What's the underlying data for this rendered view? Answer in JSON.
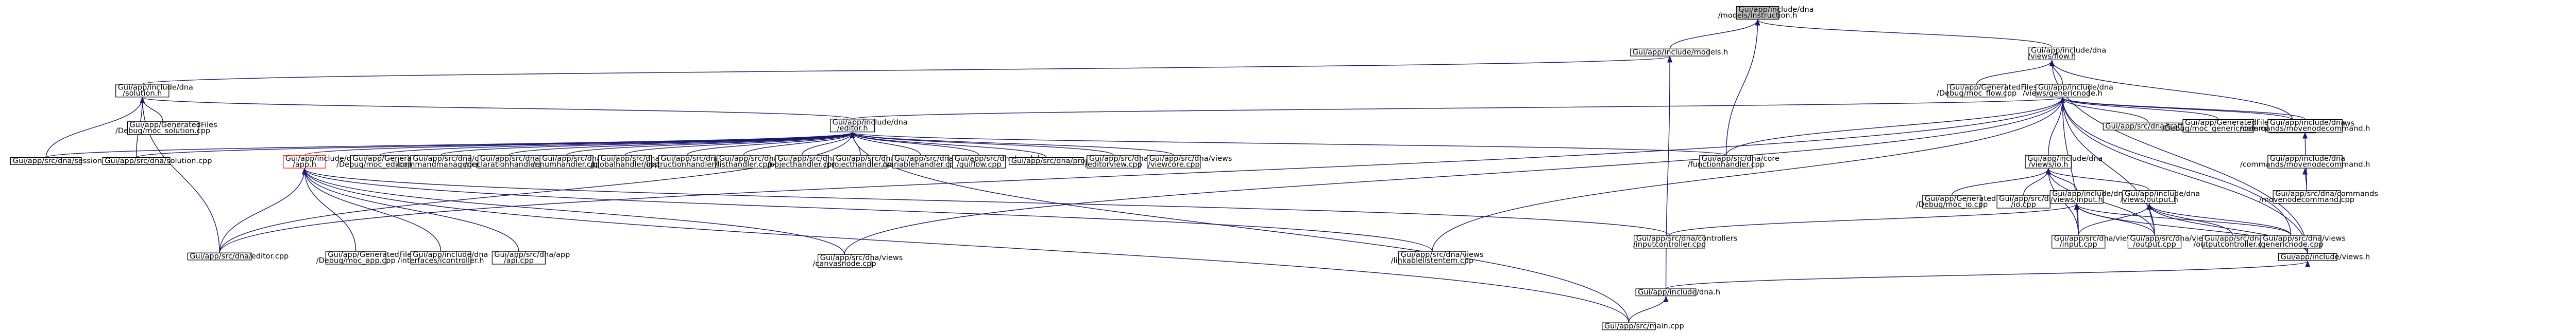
{
  "colors": {
    "edge": "#191970",
    "root_fill": "#bfbfbf",
    "node_fill": "#ffffff",
    "node_border": "#000000",
    "highlight_border": "#ff0000"
  },
  "nodes": [
    {
      "id": "n1",
      "lines": [
        "Gui/app/include/dna",
        "/models/instruction.h"
      ],
      "kind": "root"
    },
    {
      "id": "n2",
      "lines": [
        "Gui/app/include/models.h"
      ]
    },
    {
      "id": "n3",
      "lines": [
        "Gui/app/include/dna",
        "/views/flow.h"
      ]
    },
    {
      "id": "n4",
      "lines": [
        "Gui/app/include/dna",
        "/solution.h"
      ]
    },
    {
      "id": "n5",
      "lines": [
        "Gui/app/GeneratedFiles",
        "/Debug/moc_flow.cpp"
      ]
    },
    {
      "id": "n6",
      "lines": [
        "Gui/app/include/dna",
        "/views/genericnode.h"
      ]
    },
    {
      "id": "n7",
      "lines": [
        "Gui/app/src/dna/views",
        "/flow.cpp"
      ]
    },
    {
      "id": "n8",
      "lines": [
        "Gui/app/GeneratedFiles",
        "/Debug/moc_solution.cpp"
      ]
    },
    {
      "id": "n9",
      "lines": [
        "Gui/app/include/dna",
        "/editor.h"
      ]
    },
    {
      "id": "n10",
      "lines": [
        "Gui/app/src/dna/trafficcommander.cpp"
      ]
    },
    {
      "id": "n11",
      "lines": [
        "Gui/app/GeneratedFiles",
        "/Debug/moc_genericnode.cpp"
      ]
    },
    {
      "id": "n12",
      "lines": [
        "Gui/app/include/dna",
        "/commands/movenodecommand.h"
      ]
    },
    {
      "id": "n13",
      "lines": [
        "Gui/app/src/dna/session.cpp"
      ]
    },
    {
      "id": "n14",
      "lines": [
        "Gui/app/src/dna/solution.cpp"
      ]
    },
    {
      "id": "n15",
      "lines": [
        "Gui/app/include/dna",
        "/app.h"
      ],
      "kind": "red"
    },
    {
      "id": "n16",
      "lines": [
        "Gui/app/GeneratedFiles",
        "/Debug/moc_editor.cpp"
      ]
    },
    {
      "id": "n17",
      "lines": [
        "Gui/app/src/dna/commands",
        "/commandmanager.cpp"
      ]
    },
    {
      "id": "n18",
      "lines": [
        "Gui/app/src/dna/core",
        "/declarationhandler.cpp"
      ]
    },
    {
      "id": "n19",
      "lines": [
        "Gui/app/src/dna/core",
        "/enumhandler.cpp"
      ]
    },
    {
      "id": "n20",
      "lines": [
        "Gui/app/src/dna/core",
        "/globalhandler.cpp"
      ]
    },
    {
      "id": "n21",
      "lines": [
        "Gui/app/src/dna/core",
        "/instructionhandler.cpp"
      ]
    },
    {
      "id": "n22",
      "lines": [
        "Gui/app/src/dna/core",
        "/listhandler.cpp"
      ]
    },
    {
      "id": "n23",
      "lines": [
        "Gui/app/src/dna/core",
        "/objecthandler.cpp"
      ]
    },
    {
      "id": "n24",
      "lines": [
        "Gui/app/src/dna/core",
        "/projecthandler.cpp"
      ]
    },
    {
      "id": "n25",
      "lines": [
        "Gui/app/src/dna/core",
        "/variablehandler.cpp"
      ]
    },
    {
      "id": "n26",
      "lines": [
        "Gui/app/src/dna/models",
        "/guiflow.cpp"
      ]
    },
    {
      "id": "n27",
      "lines": [
        "Gui/app/src/dna/project.cpp"
      ]
    },
    {
      "id": "n28",
      "lines": [
        "Gui/app/src/dna/views",
        "/editorview.cpp"
      ]
    },
    {
      "id": "n29",
      "lines": [
        "Gui/app/src/dna/views",
        "/viewcore.cpp"
      ]
    },
    {
      "id": "n30",
      "lines": [
        "Gui/app/src/dna/core",
        "/functionhandler.cpp"
      ]
    },
    {
      "id": "n31",
      "lines": [
        "Gui/app/include/dna",
        "/views/io.h"
      ]
    },
    {
      "id": "n32",
      "lines": [
        "Gui/app/include/dna",
        "/commands/movenodecommand.h"
      ]
    },
    {
      "id": "n33",
      "lines": [
        "Gui/app/GeneratedFiles",
        "/Debug/moc_io.cpp"
      ]
    },
    {
      "id": "n34",
      "lines": [
        "Gui/app/src/dna/views",
        "/io.cpp"
      ]
    },
    {
      "id": "n35",
      "lines": [
        "Gui/app/include/dna",
        "/views/input.h"
      ]
    },
    {
      "id": "n36",
      "lines": [
        "Gui/app/include/dna",
        "/views/output.h"
      ]
    },
    {
      "id": "n37",
      "lines": [
        "Gui/app/src/dna/commands",
        "/movenodecommand.cpp"
      ]
    },
    {
      "id": "n38",
      "lines": [
        "Gui/app/src/dna/editor.cpp"
      ]
    },
    {
      "id": "n39",
      "lines": [
        "Gui/app/GeneratedFiles",
        "/Debug/moc_app.cpp"
      ]
    },
    {
      "id": "n40",
      "lines": [
        "Gui/app/include/dna",
        "/interfaces/icontroller.h"
      ]
    },
    {
      "id": "n41",
      "lines": [
        "Gui/app/src/dna/app",
        "/api.cpp"
      ]
    },
    {
      "id": "n42",
      "lines": [
        "Gui/app/src/dna/views",
        "/canvasnode.cpp"
      ]
    },
    {
      "id": "n43",
      "lines": [
        "Gui/app/src/dna/views",
        "/linkablelistentem.cpp"
      ]
    },
    {
      "id": "n44",
      "lines": [
        "Gui/app/src/dna/controllers",
        "/inputcontroller.cpp"
      ]
    },
    {
      "id": "n45",
      "lines": [
        "Gui/app/src/dna/views",
        "/input.cpp"
      ]
    },
    {
      "id": "n46",
      "lines": [
        "Gui/app/src/dna/views",
        "/output.cpp"
      ]
    },
    {
      "id": "n47",
      "lines": [
        "Gui/app/src/dna/controllers",
        "/outputcontroller.cpp"
      ]
    },
    {
      "id": "n48",
      "lines": [
        "Gui/app/src/dna/views",
        "/genericnode.cpp"
      ]
    },
    {
      "id": "n49",
      "lines": [
        "Gui/app/include/views.h"
      ]
    },
    {
      "id": "n50",
      "lines": [
        "Gui/app/include/dna.h"
      ]
    },
    {
      "id": "n51",
      "lines": [
        "Gui/app/src/main.cpp"
      ]
    }
  ],
  "edges": [
    [
      "n2",
      "n1"
    ],
    [
      "n3",
      "n1"
    ],
    [
      "n30",
      "n1"
    ],
    [
      "n4",
      "n2"
    ],
    [
      "n50",
      "n2"
    ],
    [
      "n5",
      "n3"
    ],
    [
      "n6",
      "n3"
    ],
    [
      "n7",
      "n3"
    ],
    [
      "n49",
      "n3"
    ],
    [
      "n8",
      "n4"
    ],
    [
      "n9",
      "n4"
    ],
    [
      "n13",
      "n4"
    ],
    [
      "n14",
      "n4"
    ],
    [
      "n38",
      "n4"
    ],
    [
      "n9",
      "n6"
    ],
    [
      "n7",
      "n6"
    ],
    [
      "n10",
      "n6"
    ],
    [
      "n11",
      "n6"
    ],
    [
      "n12",
      "n6"
    ],
    [
      "n31",
      "n6"
    ],
    [
      "n42",
      "n6"
    ],
    [
      "n43",
      "n6"
    ],
    [
      "n48",
      "n6"
    ],
    [
      "n45",
      "n6"
    ],
    [
      "n46",
      "n6"
    ],
    [
      "n49",
      "n6"
    ],
    [
      "n30",
      "n6"
    ],
    [
      "n38",
      "n6"
    ],
    [
      "n13",
      "n9"
    ],
    [
      "n14",
      "n9"
    ],
    [
      "n15",
      "n9"
    ],
    [
      "n16",
      "n9"
    ],
    [
      "n17",
      "n9"
    ],
    [
      "n18",
      "n9"
    ],
    [
      "n19",
      "n9"
    ],
    [
      "n20",
      "n9"
    ],
    [
      "n21",
      "n9"
    ],
    [
      "n22",
      "n9"
    ],
    [
      "n23",
      "n9"
    ],
    [
      "n24",
      "n9"
    ],
    [
      "n25",
      "n9"
    ],
    [
      "n26",
      "n9"
    ],
    [
      "n27",
      "n9"
    ],
    [
      "n28",
      "n9"
    ],
    [
      "n29",
      "n9"
    ],
    [
      "n30",
      "n9"
    ],
    [
      "n38",
      "n9"
    ],
    [
      "n51",
      "n9"
    ],
    [
      "n38",
      "n15"
    ],
    [
      "n39",
      "n15"
    ],
    [
      "n40",
      "n15"
    ],
    [
      "n41",
      "n15"
    ],
    [
      "n42",
      "n15"
    ],
    [
      "n43",
      "n15"
    ],
    [
      "n44",
      "n15"
    ],
    [
      "n51",
      "n15"
    ],
    [
      "n37",
      "n12"
    ],
    [
      "n37",
      "n32"
    ],
    [
      "n33",
      "n31"
    ],
    [
      "n34",
      "n31"
    ],
    [
      "n35",
      "n31"
    ],
    [
      "n36",
      "n31"
    ],
    [
      "n45",
      "n31"
    ],
    [
      "n46",
      "n31"
    ],
    [
      "n44",
      "n35"
    ],
    [
      "n45",
      "n35"
    ],
    [
      "n46",
      "n35"
    ],
    [
      "n48",
      "n35"
    ],
    [
      "n49",
      "n35"
    ],
    [
      "n45",
      "n36"
    ],
    [
      "n46",
      "n36"
    ],
    [
      "n47",
      "n36"
    ],
    [
      "n48",
      "n36"
    ],
    [
      "n49",
      "n36"
    ],
    [
      "n50",
      "n49"
    ],
    [
      "n51",
      "n50"
    ]
  ]
}
